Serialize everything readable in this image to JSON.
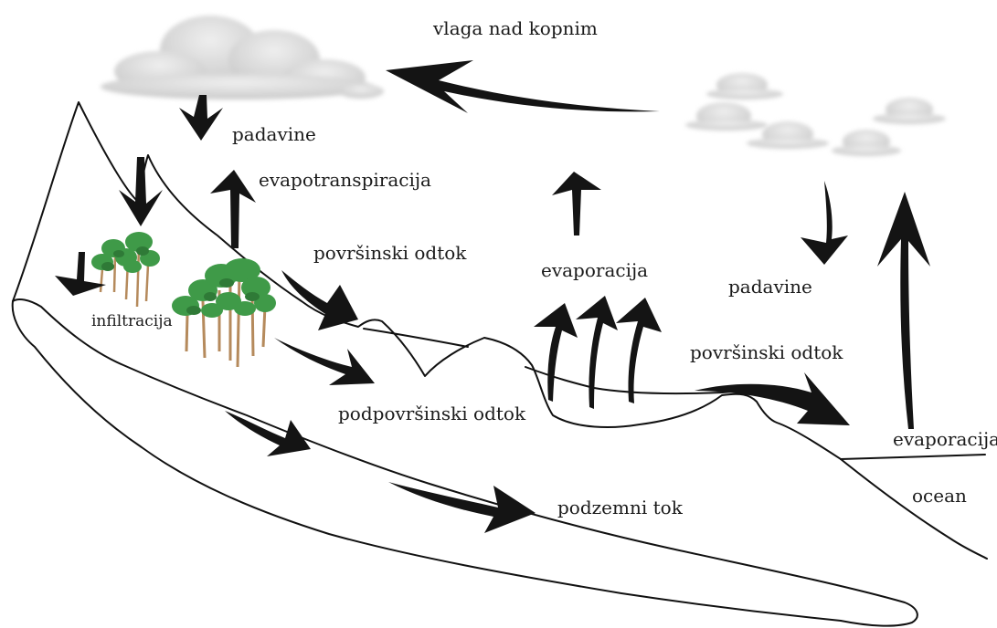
{
  "labels": {
    "moisture_over_land": "vlaga nad kopnim",
    "precipitation_land": "padavine",
    "evapotranspiration": "evapotranspiracija",
    "surface_runoff_upper": "površinski odtok",
    "infiltration": "infiltracija",
    "evaporation_land": "evaporacija",
    "precipitation_ocean": "padavine",
    "surface_runoff_lower": "površinski odtok",
    "subsurface_runoff": "podpovršinski odtok",
    "groundwater_flow": "podzemni tok",
    "evaporation_ocean": "evaporacija",
    "ocean": "ocean"
  },
  "colors": {
    "arrow": "#141414",
    "outline": "#111111",
    "cloud": "#d6d6d6",
    "tree_foliage": "#3f9a48",
    "tree_trunk": "#b58a5c"
  }
}
